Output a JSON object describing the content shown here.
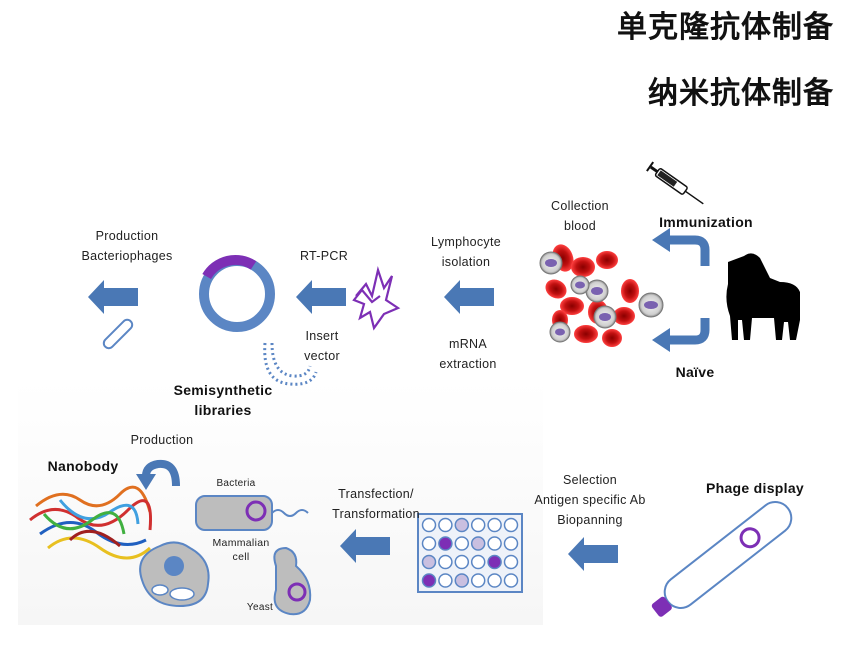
{
  "titles": {
    "monoclonal": "单克隆抗体制备",
    "nanobody": "纳米抗体制备"
  },
  "labels": {
    "immunization": "Immunization",
    "collection_blood": [
      "Collection",
      "blood"
    ],
    "naive": "Naïve",
    "lymphocyte_isolation": [
      "Lymphocyte",
      "isolation"
    ],
    "mrna_extraction": [
      "mRNA",
      "extraction"
    ],
    "rt_pcr": "RT-PCR",
    "insert_vector": [
      "Insert",
      "vector"
    ],
    "semisynthetic_libraries": [
      "Semisynthetic",
      "libraries"
    ],
    "production_bacteriophages": [
      "Production",
      "Bacteriophages"
    ],
    "phage_display": "Phage display",
    "selection": [
      "Selection",
      "Antigen specific Ab",
      "Biopanning"
    ],
    "transfection": [
      "Transfection/",
      "Transformation"
    ],
    "bacteria": "Bacteria",
    "mammalian_cell": [
      "Mammalian",
      "cell"
    ],
    "yeast": "Yeast",
    "production": "Production",
    "nanobody": "Nanobody"
  },
  "colors": {
    "arrow": "#4a78b5",
    "purple": "#7d2fb5",
    "red": "#d01818",
    "ring": "#5b86c4"
  },
  "plate": {
    "rows": 4,
    "cols": 6,
    "purple_wells": [
      [
        1,
        1
      ],
      [
        2,
        4
      ],
      [
        3,
        0
      ]
    ],
    "lavender_wells": [
      [
        0,
        2
      ],
      [
        1,
        3
      ],
      [
        2,
        0
      ],
      [
        3,
        2
      ]
    ]
  }
}
